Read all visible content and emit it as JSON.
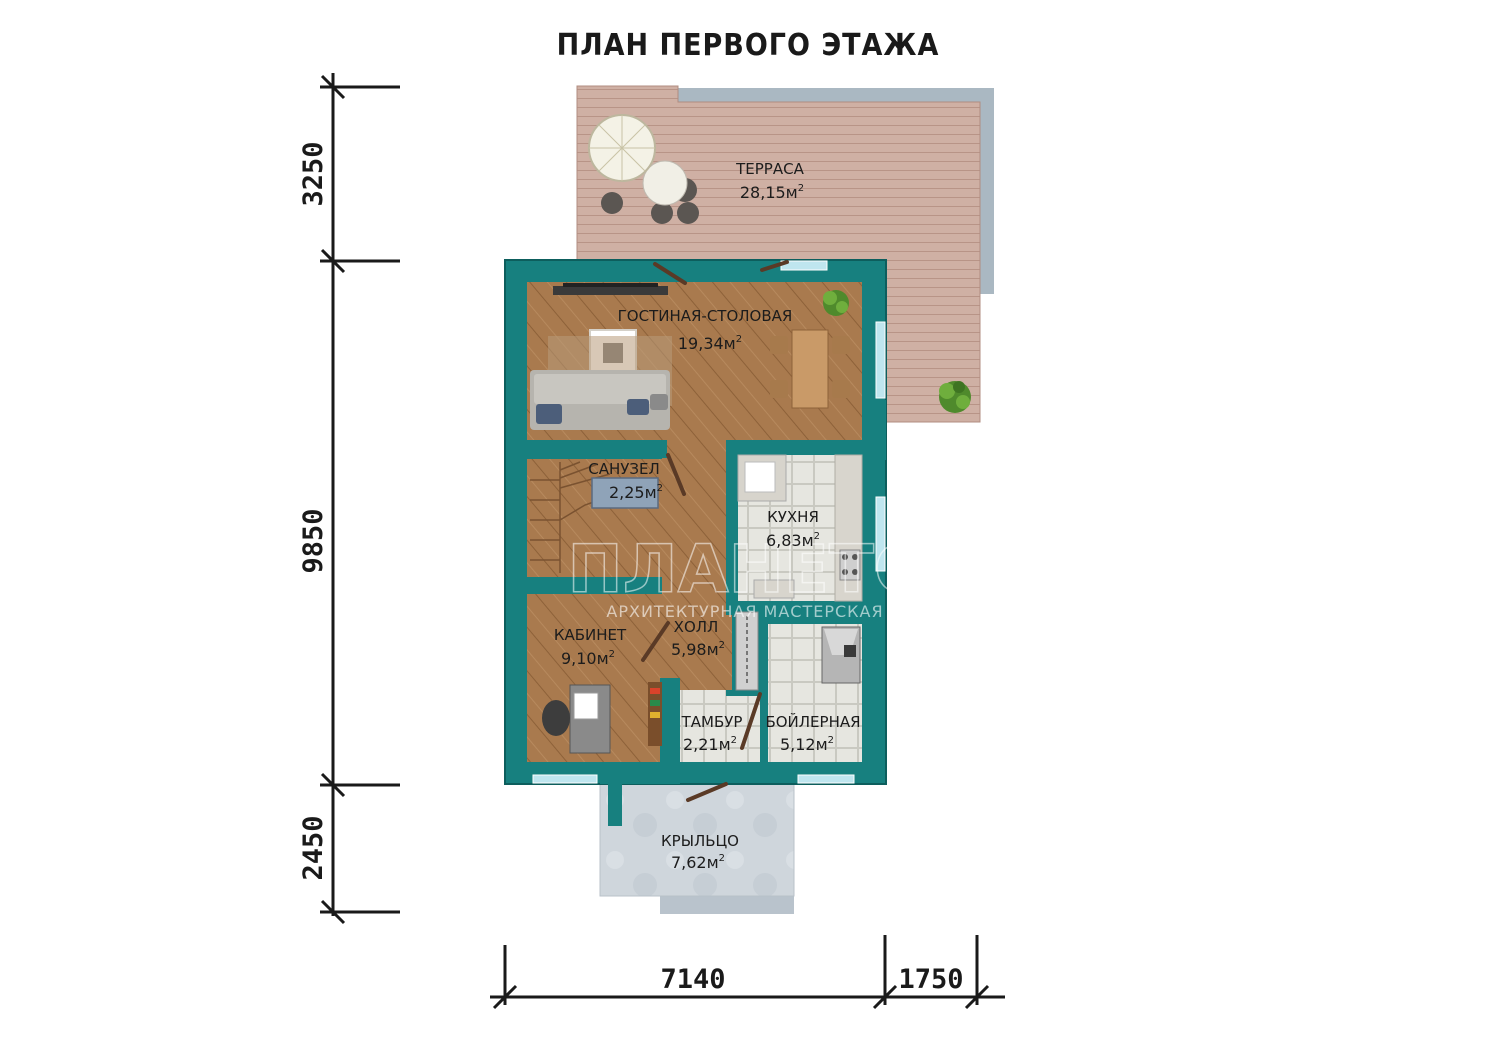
{
  "title": "ПЛАН ПЕРВОГО ЭТАЖА",
  "colors": {
    "wall": "#17807f",
    "wall_edge": "#0d5e5d",
    "wood_floor": "#a97a4e",
    "tile_floor": "#e6e6e0",
    "terrace_deck": "#cfb0a4",
    "porch": "#cfd6dc",
    "window": "#bfe6ef",
    "dimension": "#1a1a1a"
  },
  "dimensions": {
    "left": [
      "3250",
      "9850",
      "2450"
    ],
    "bottom": [
      "7140",
      "1750"
    ]
  },
  "rooms": {
    "terrace": {
      "name": "ТЕРРАСА",
      "area": "28,15м",
      "unit_sup": "2"
    },
    "living": {
      "name": "ГОСТИНАЯ-СТОЛОВАЯ",
      "area": "19,34м",
      "unit_sup": "2"
    },
    "bathroom": {
      "name": "САНУЗЕЛ",
      "area": "2,25м",
      "unit_sup": "2"
    },
    "kitchen": {
      "name": "КУХНЯ",
      "area": "6,83м",
      "unit_sup": "2"
    },
    "office": {
      "name": "КАБИНЕТ",
      "area": "9,10м",
      "unit_sup": "2"
    },
    "hall": {
      "name": "ХОЛЛ",
      "area": "5,98м",
      "unit_sup": "2"
    },
    "vestibule": {
      "name": "ТАМБУР",
      "area": "2,21м",
      "unit_sup": "2"
    },
    "boiler": {
      "name": "БОЙЛЕРНАЯ",
      "area": "5,12м",
      "unit_sup": "2"
    },
    "porch": {
      "name": "КРЫЛЬЦО",
      "area": "7,62м",
      "unit_sup": "2"
    }
  },
  "watermark": {
    "main": "ПЛАНЕТС",
    "sub": "АРХИТЕКТУРНАЯ МАСТЕРСКАЯ"
  },
  "icons": {
    "umbrella": "patio-umbrella-icon",
    "plant": "potted-plant-icon",
    "sofa": "sofa-icon",
    "dining": "dining-table-icon",
    "stairs": "staircase-icon",
    "desk": "desk-icon",
    "boiler": "boiler-icon"
  }
}
